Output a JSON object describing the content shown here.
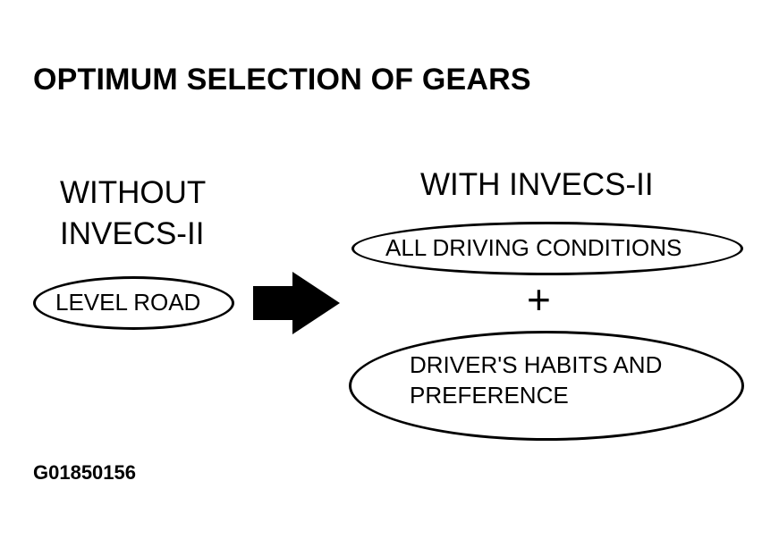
{
  "title": "OPTIMUM SELECTION OF GEARS",
  "without": {
    "label_line1": "WITHOUT",
    "label_line2": "INVECS-II",
    "condition": "LEVEL ROAD"
  },
  "with": {
    "label": "WITH INVECS-II",
    "condition_1": "ALL DRIVING CONDITIONS",
    "operator": "+",
    "condition_2_line1": "DRIVER'S HABITS AND",
    "condition_2_line2": "PREFERENCE"
  },
  "figure_id": "G01850156",
  "colors": {
    "ink": "#000000",
    "background": "#ffffff"
  },
  "icons": {
    "transition": "right-arrow-icon"
  }
}
